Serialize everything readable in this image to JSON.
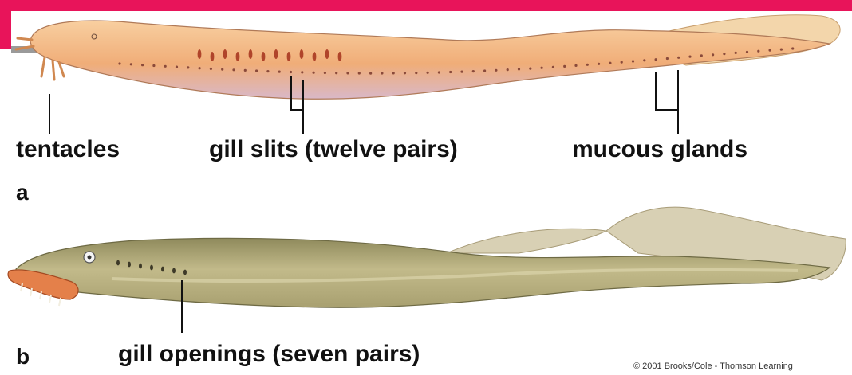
{
  "labels": {
    "tentacles": "tentacles",
    "gill_slits": "gill slits (twelve pairs)",
    "mucous_glands": "mucous glands",
    "panel_a": "a",
    "panel_b": "b",
    "gill_openings": "gill openings (seven pairs)"
  },
  "credit": "© 2001 Brooks/Cole - Thomson Learning",
  "colors": {
    "accent": "#e8145a",
    "hagfish_body": "#f0b27e",
    "hagfish_belly": "#d9c2d6",
    "lamprey_body": "#b7ad7a",
    "lamprey_fin": "#d5ccb0",
    "mouth": "#e07a45",
    "marks": "#a03d3d"
  }
}
